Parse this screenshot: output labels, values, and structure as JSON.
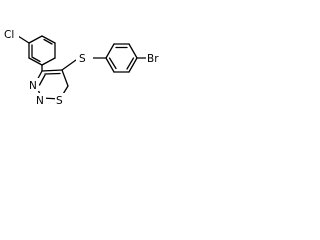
{
  "molecule": {
    "atoms": {
      "chlorine": "Cl",
      "sulfur_thioether": "S",
      "bromine": "Br",
      "nitrogen_1": "N",
      "nitrogen_2": "N",
      "sulfur_ring": "S"
    },
    "colors": {
      "bond": "#000000",
      "label": "#000000",
      "background": "#ffffff"
    }
  }
}
